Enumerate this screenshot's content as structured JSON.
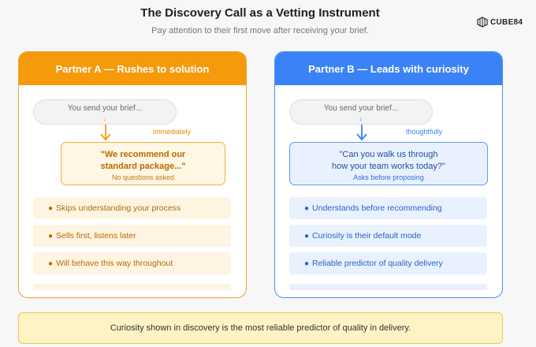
{
  "header": {
    "title": "The Discovery Call as a Vetting Instrument",
    "subtitle": "Pay attention to their first move after receiving your brief.",
    "logo_text": "CUBE84"
  },
  "colors": {
    "partner_a_accent": "#f59a0b",
    "partner_b_accent": "#3b82f6",
    "footer_bg": "#fdf3c4"
  },
  "partner_a": {
    "header": "Partner A — Rushes to solution",
    "sent": "You send your brief...",
    "small_arrow": "↓",
    "timing": "immediately",
    "response_line1": "\"We recommend our",
    "response_line2": "standard package...\"",
    "response_note": "No questions asked",
    "bullet_marker": "●",
    "bullets": [
      "Skips understanding your process",
      "Sells first, listens later",
      "Will behave this way throughout"
    ]
  },
  "partner_b": {
    "header": "Partner B — Leads with curiosity",
    "sent": "You send your brief...",
    "small_arrow": "↓",
    "timing": "thoughtfully",
    "response_line1": "\"Can you walk us through",
    "response_line2": "how your team works today?\"",
    "response_note": "Asks before proposing",
    "bullet_marker": "●",
    "bullets": [
      "Understands before recommending",
      "Curiosity is their default mode",
      "Reliable predictor of quality delivery"
    ]
  },
  "footer": {
    "text": "Curiosity shown in discovery is the most reliable predictor of quality in delivery."
  }
}
